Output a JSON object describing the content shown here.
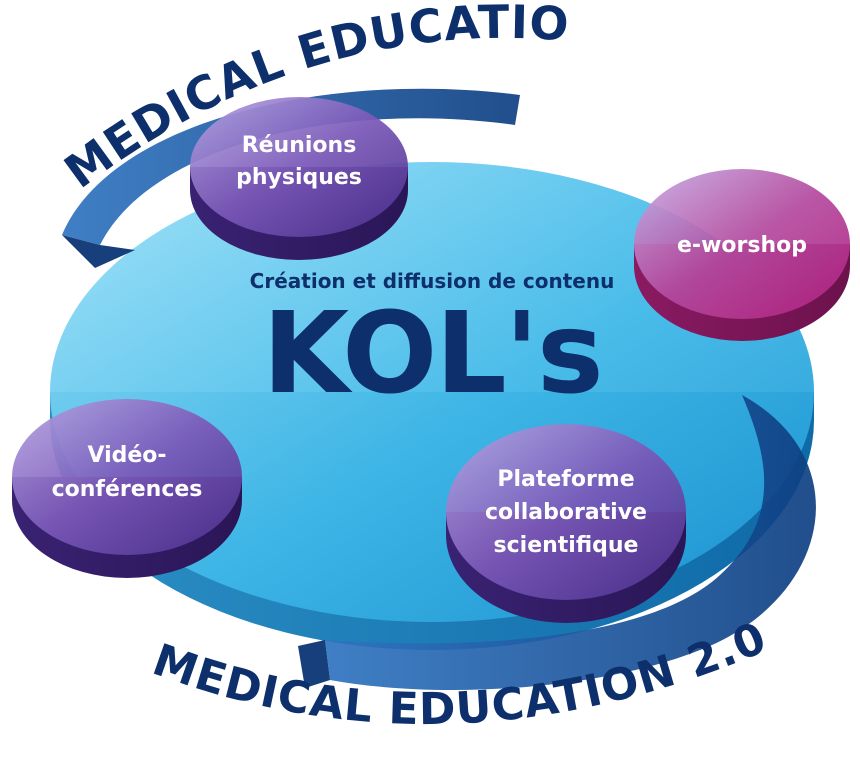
{
  "top_arc_text": "MEDICAL EDUCATION",
  "bottom_arc_text": "MEDICAL EDUCATION 2.0",
  "center": {
    "subtitle": "Création et diffusion de contenu",
    "title": "KOL's"
  },
  "nodes": [
    {
      "id": "reunions",
      "lines": [
        "Réunions",
        "physiques"
      ],
      "color": "purple"
    },
    {
      "id": "eworkshop",
      "lines": [
        "e-worshop"
      ],
      "color": "magenta"
    },
    {
      "id": "video",
      "lines": [
        "Vidéo-",
        "conférences"
      ],
      "color": "purple"
    },
    {
      "id": "plateforme",
      "lines": [
        "Plateforme",
        "collaborative",
        "scientifique"
      ],
      "color": "purple"
    }
  ],
  "colors": {
    "center_disc": "#3fb8e8",
    "arc_band": "#1f5fa8",
    "text_dark": "#0d2f6b",
    "purple": "#6a4aa6",
    "magenta": "#b2358f"
  }
}
